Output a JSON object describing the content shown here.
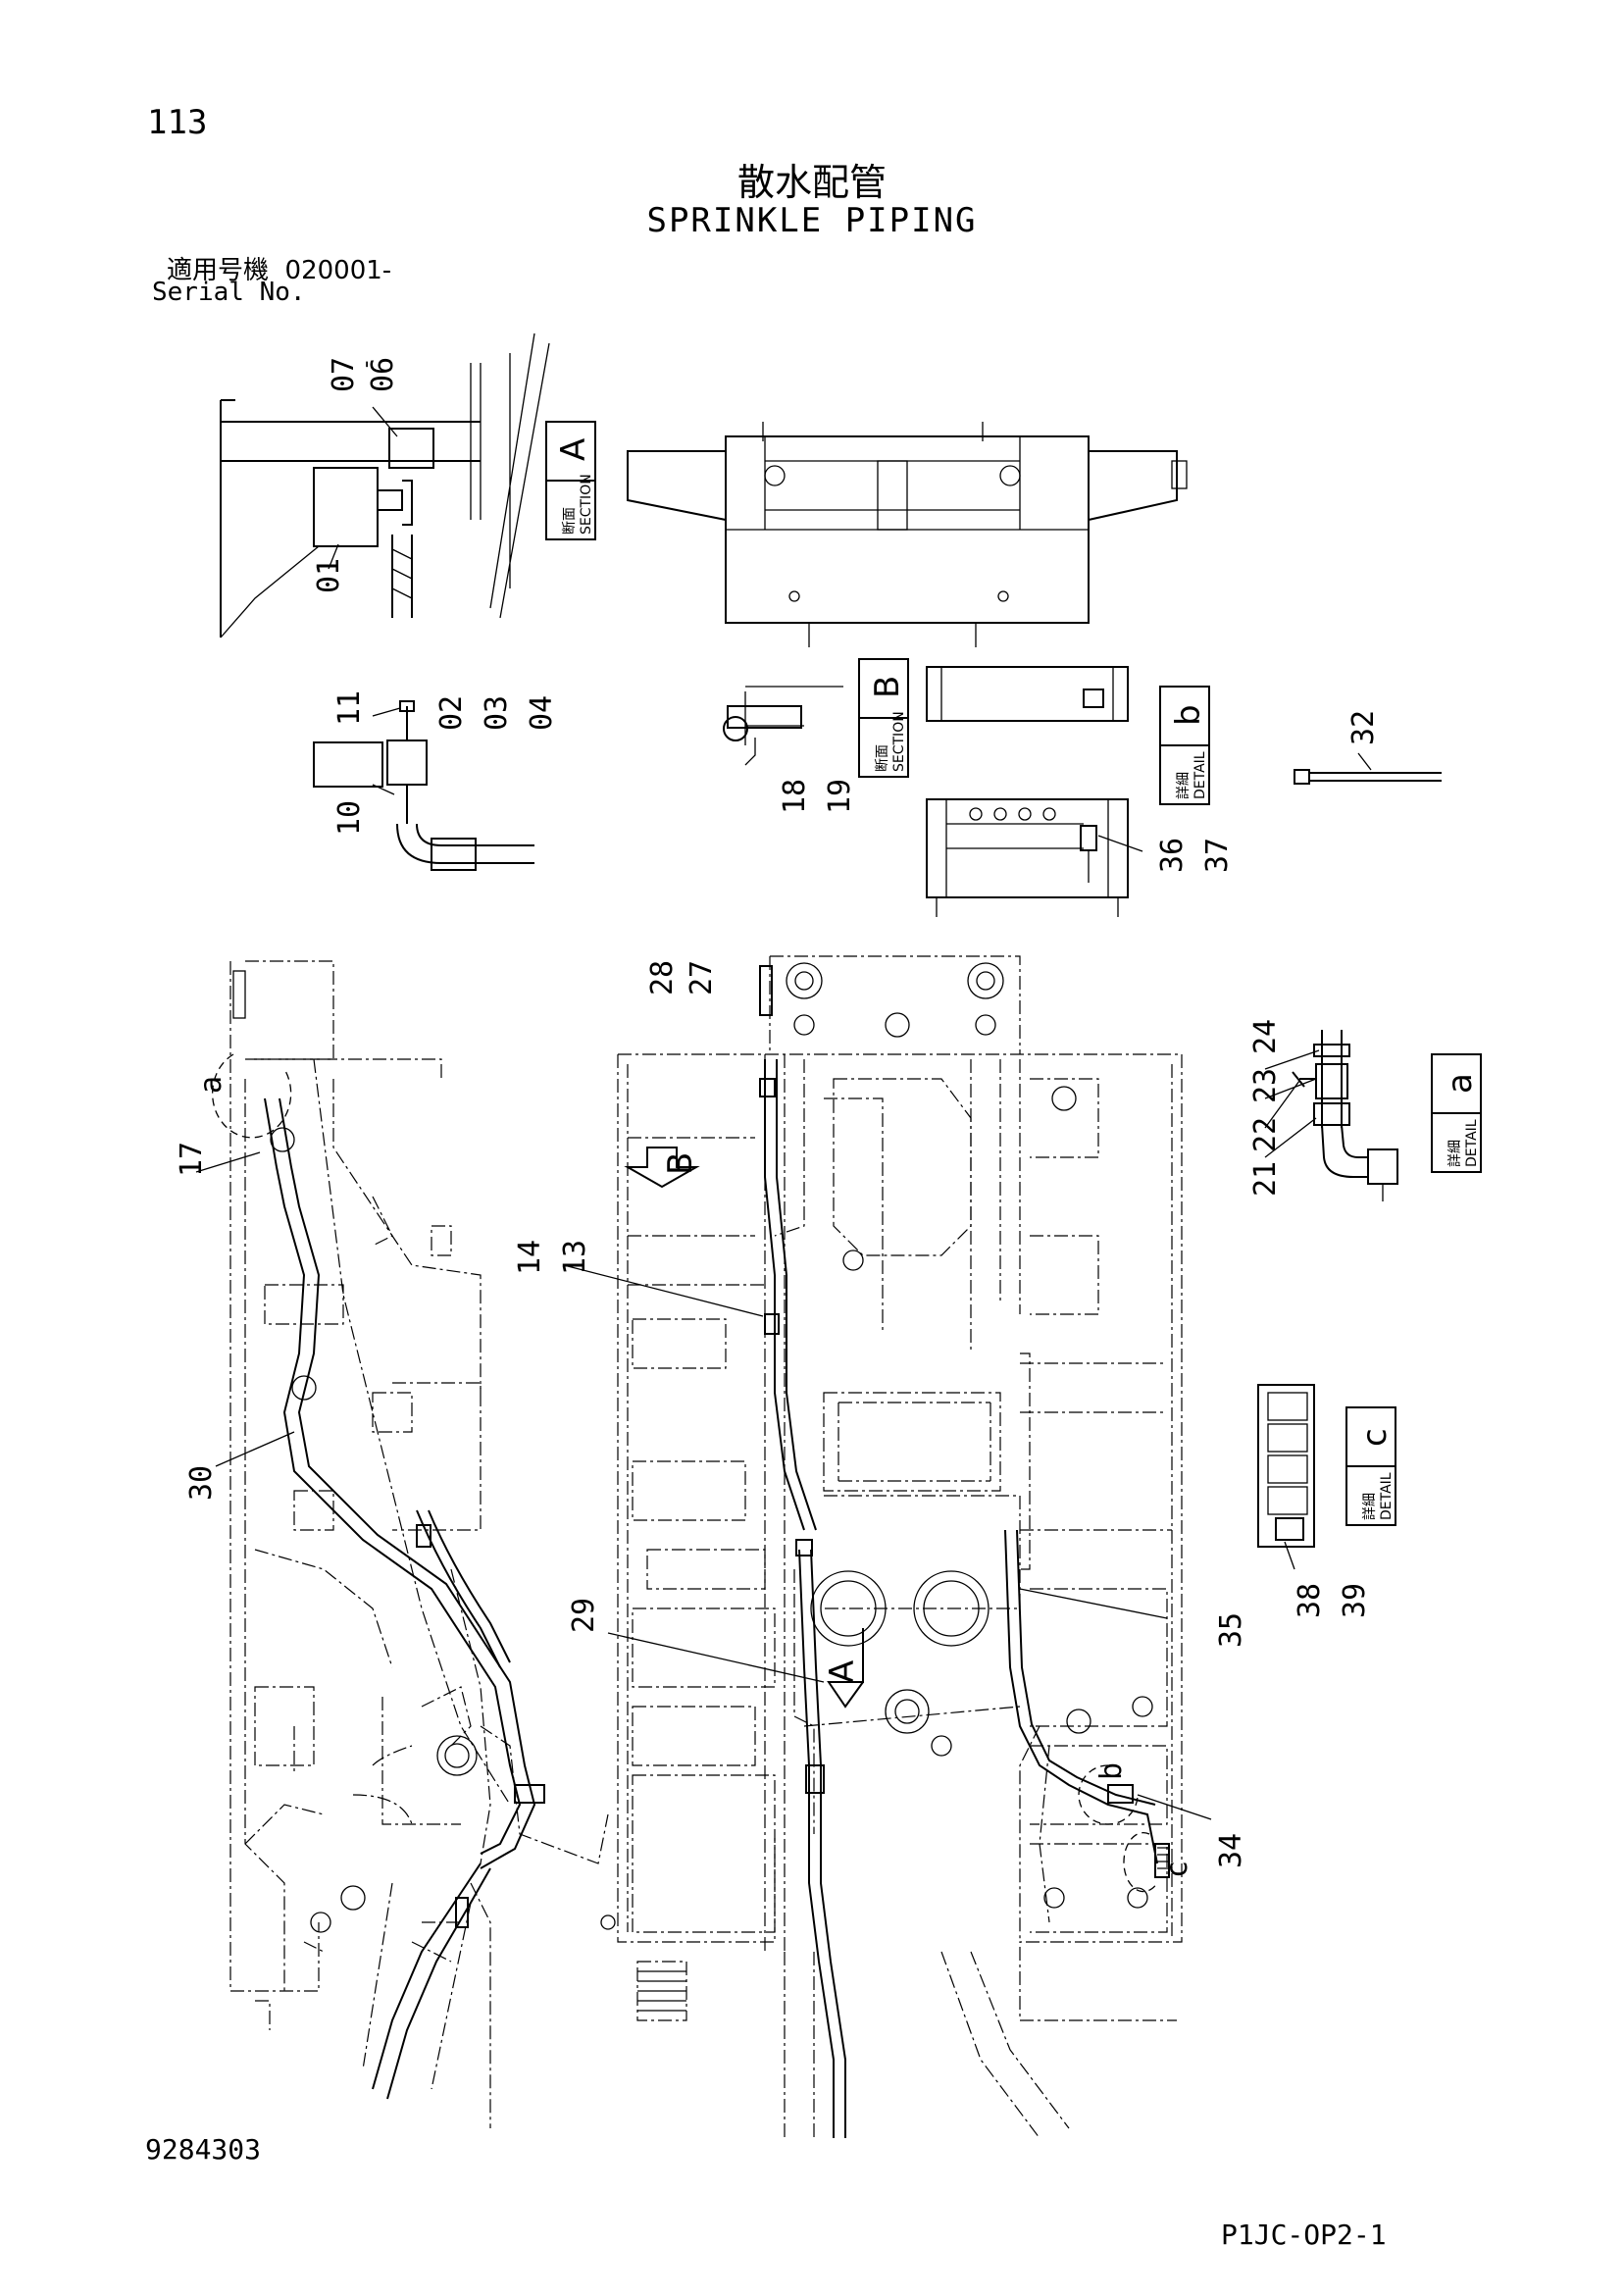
{
  "header": {
    "page_number": "113",
    "title_jp": "散水配管",
    "title_en": "SPRINKLE PIPING",
    "serial_label_jp": "適用号機",
    "serial_range": "020001-",
    "serial_label_en": "Serial No."
  },
  "footer": {
    "doc_number": "9284303",
    "page_code": "P1JC-OP2-1"
  },
  "views": {
    "section_a": {
      "letter": "A",
      "jp": "断面",
      "en": "SECTION"
    },
    "section_b": {
      "letter": "B",
      "jp": "断面",
      "en": "SECTION"
    },
    "detail_a": {
      "letter": "a",
      "jp": "詳細",
      "en": "DETAIL"
    },
    "detail_b": {
      "letter": "b",
      "jp": "詳細",
      "en": "DETAIL"
    },
    "detail_c": {
      "letter": "c",
      "jp": "詳細",
      "en": "DETAIL"
    }
  },
  "part_callouts": {
    "p01": "01",
    "p02": "02",
    "p03": "03",
    "p04": "04",
    "p06": "06",
    "p07": "07",
    "p10": "10",
    "p11": "11",
    "p13": "13",
    "p14": "14",
    "p17": "17",
    "p18": "18",
    "p19": "19",
    "p21": "21",
    "p22": "22",
    "p23": "23",
    "p24": "24",
    "p27": "27",
    "p28": "28",
    "p29": "29",
    "p30": "30",
    "p32": "32",
    "p34": "34",
    "p35": "35",
    "p36": "36",
    "p37": "37",
    "p38": "38",
    "p39": "39"
  },
  "view_markers": {
    "marker_a": "a",
    "marker_b": "b",
    "marker_c": "c",
    "arrow_a": "A",
    "arrow_b": "B"
  }
}
